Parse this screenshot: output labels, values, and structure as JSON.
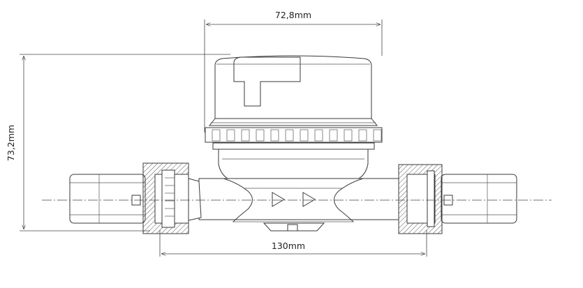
{
  "drawing": {
    "title": "Water meter dimensional drawing",
    "dimensions": {
      "width_label": "72,8mm",
      "height_label": "73,2mm",
      "length_label": "130mm"
    },
    "flow_arrows": 2
  }
}
